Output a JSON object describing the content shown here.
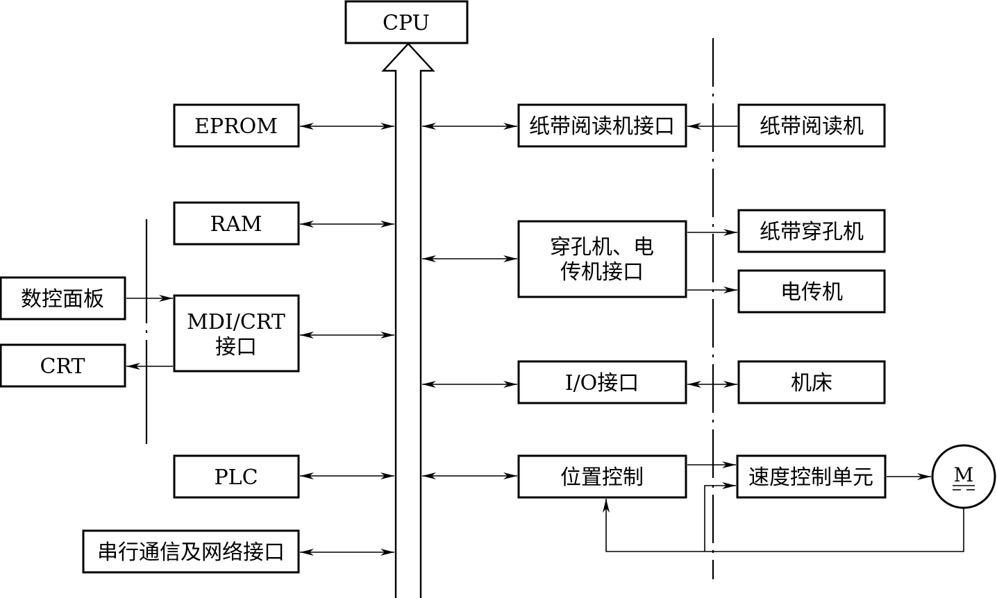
{
  "nodes": {
    "cpu": "CPU",
    "eprom": "EPROM",
    "ram": "RAM",
    "mdi_crt_1": "MDI/CRT",
    "mdi_crt_2": "接口",
    "plc": "PLC",
    "serial": "串行通信及网络接口",
    "panel": "数控面板",
    "crt": "CRT",
    "tape_reader_if": "纸带阅读机接口",
    "punch_if_1": "穿孔机、电",
    "punch_if_2": "传机接口",
    "io_if": "I/O接口",
    "position_ctrl": "位置控制",
    "tape_reader": "纸带阅读机",
    "tape_punch": "纸带穿孔机",
    "teletype": "电传机",
    "machine_tool": "机床",
    "speed_ctrl": "速度控制单元",
    "motor": "M"
  }
}
